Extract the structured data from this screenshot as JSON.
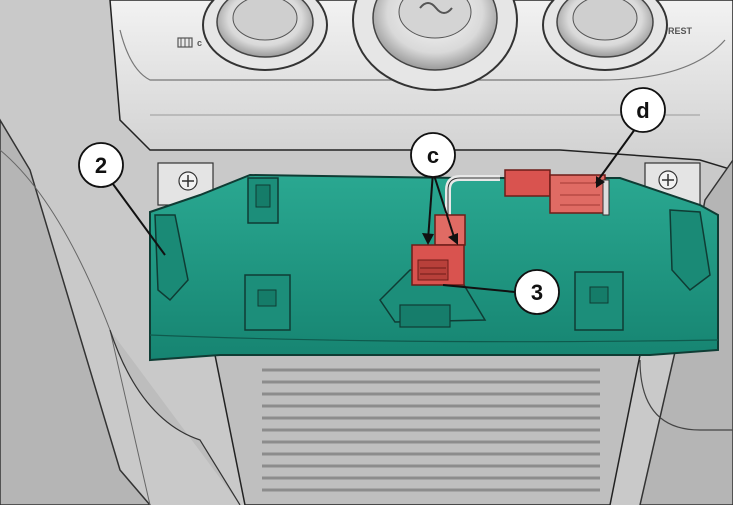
{
  "callouts": {
    "c": "c",
    "d": "d",
    "two": "2",
    "three": "3"
  },
  "dashboard": {
    "rest_label": "REST"
  },
  "colors": {
    "trim_panel": "#239a86",
    "trim_panel_dark": "#137363",
    "connector": "#d9534f",
    "outline": "#222222"
  }
}
